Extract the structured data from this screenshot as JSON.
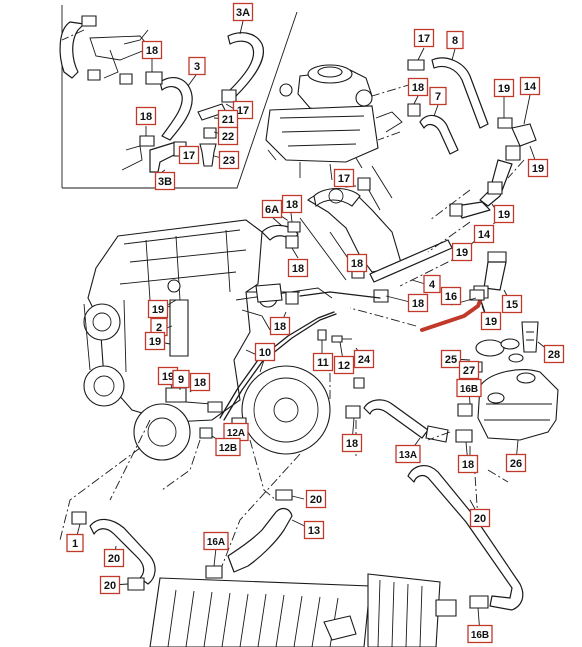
{
  "labels": [
    {
      "text": "3A"
    },
    {
      "text": "18"
    },
    {
      "text": "3"
    },
    {
      "text": "18"
    },
    {
      "text": "17"
    },
    {
      "text": "21"
    },
    {
      "text": "22"
    },
    {
      "text": "23"
    },
    {
      "text": "17"
    },
    {
      "text": "3B"
    },
    {
      "text": "17"
    },
    {
      "text": "8"
    },
    {
      "text": "18"
    },
    {
      "text": "7"
    },
    {
      "text": "19"
    },
    {
      "text": "14"
    },
    {
      "text": "19"
    },
    {
      "text": "17"
    },
    {
      "text": "6A"
    },
    {
      "text": "18"
    },
    {
      "text": "18"
    },
    {
      "text": "19"
    },
    {
      "text": "14"
    },
    {
      "text": "19"
    },
    {
      "text": "18"
    },
    {
      "text": "4"
    },
    {
      "text": "18"
    },
    {
      "text": "16"
    },
    {
      "text": "15"
    },
    {
      "text": "19"
    },
    {
      "text": "18"
    },
    {
      "text": "19"
    },
    {
      "text": "2"
    },
    {
      "text": "19"
    },
    {
      "text": "10"
    },
    {
      "text": "11"
    },
    {
      "text": "12"
    },
    {
      "text": "24"
    },
    {
      "text": "28"
    },
    {
      "text": "25"
    },
    {
      "text": "27"
    },
    {
      "text": "16B"
    },
    {
      "text": "19"
    },
    {
      "text": "9"
    },
    {
      "text": "18"
    },
    {
      "text": "12A"
    },
    {
      "text": "12B"
    },
    {
      "text": "18"
    },
    {
      "text": "13A"
    },
    {
      "text": "18"
    },
    {
      "text": "26"
    },
    {
      "text": "20"
    },
    {
      "text": "13"
    },
    {
      "text": "16A"
    },
    {
      "text": "20"
    },
    {
      "text": "1"
    },
    {
      "text": "20"
    },
    {
      "text": "20"
    },
    {
      "text": "16B"
    }
  ],
  "highlight_color": "#c0392b"
}
